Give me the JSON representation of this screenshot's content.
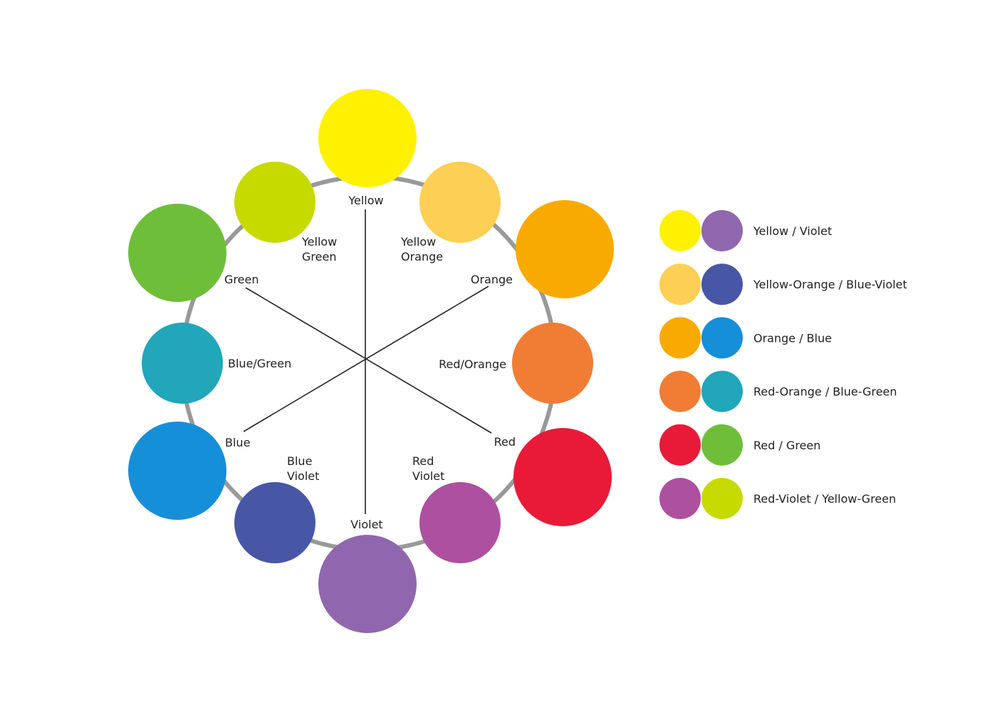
{
  "colors": {
    "yellow": "#FFF100",
    "yellow_orange": "#FDCF55",
    "orange": "#F8AA00",
    "red_orange": "#F07D33",
    "red": "#E91A38",
    "red_violet": "#AE50A0",
    "violet": "#9067AE",
    "blue_violet": "#4856A6",
    "blue": "#168FD9",
    "blue_green": "#21A6BA",
    "green": "#6FBE3A",
    "yellow_green": "#C7DA00",
    "ring": "#999999",
    "lines": "#222222"
  },
  "wheel": {
    "labels": {
      "yellow": "Yellow",
      "yellow_orange": [
        "Yellow",
        "Orange"
      ],
      "orange": "Orange",
      "red_orange": "Red/Orange",
      "red": "Red",
      "red_violet": [
        "Red",
        "Violet"
      ],
      "violet": "Violet",
      "blue_violet": [
        "Blue",
        "Violet"
      ],
      "blue": "Blue",
      "blue_green": "Blue/Green",
      "green": "Green",
      "yellow_green": [
        "Yellow",
        "Green"
      ]
    }
  },
  "legend": {
    "pairs": [
      {
        "label": "Yellow / Violet",
        "left": "yellow",
        "right": "violet"
      },
      {
        "label": "Yellow-Orange / Blue-Violet",
        "left": "yellow_orange",
        "right": "blue_violet"
      },
      {
        "label": "Orange / Blue",
        "left": "orange",
        "right": "blue"
      },
      {
        "label": "Red-Orange / Blue-Green",
        "left": "red_orange",
        "right": "blue_green"
      },
      {
        "label": "Red / Green",
        "left": "red",
        "right": "green"
      },
      {
        "label": "Red-Violet / Yellow-Green",
        "left": "red_violet",
        "right": "yellow_green"
      }
    ]
  }
}
